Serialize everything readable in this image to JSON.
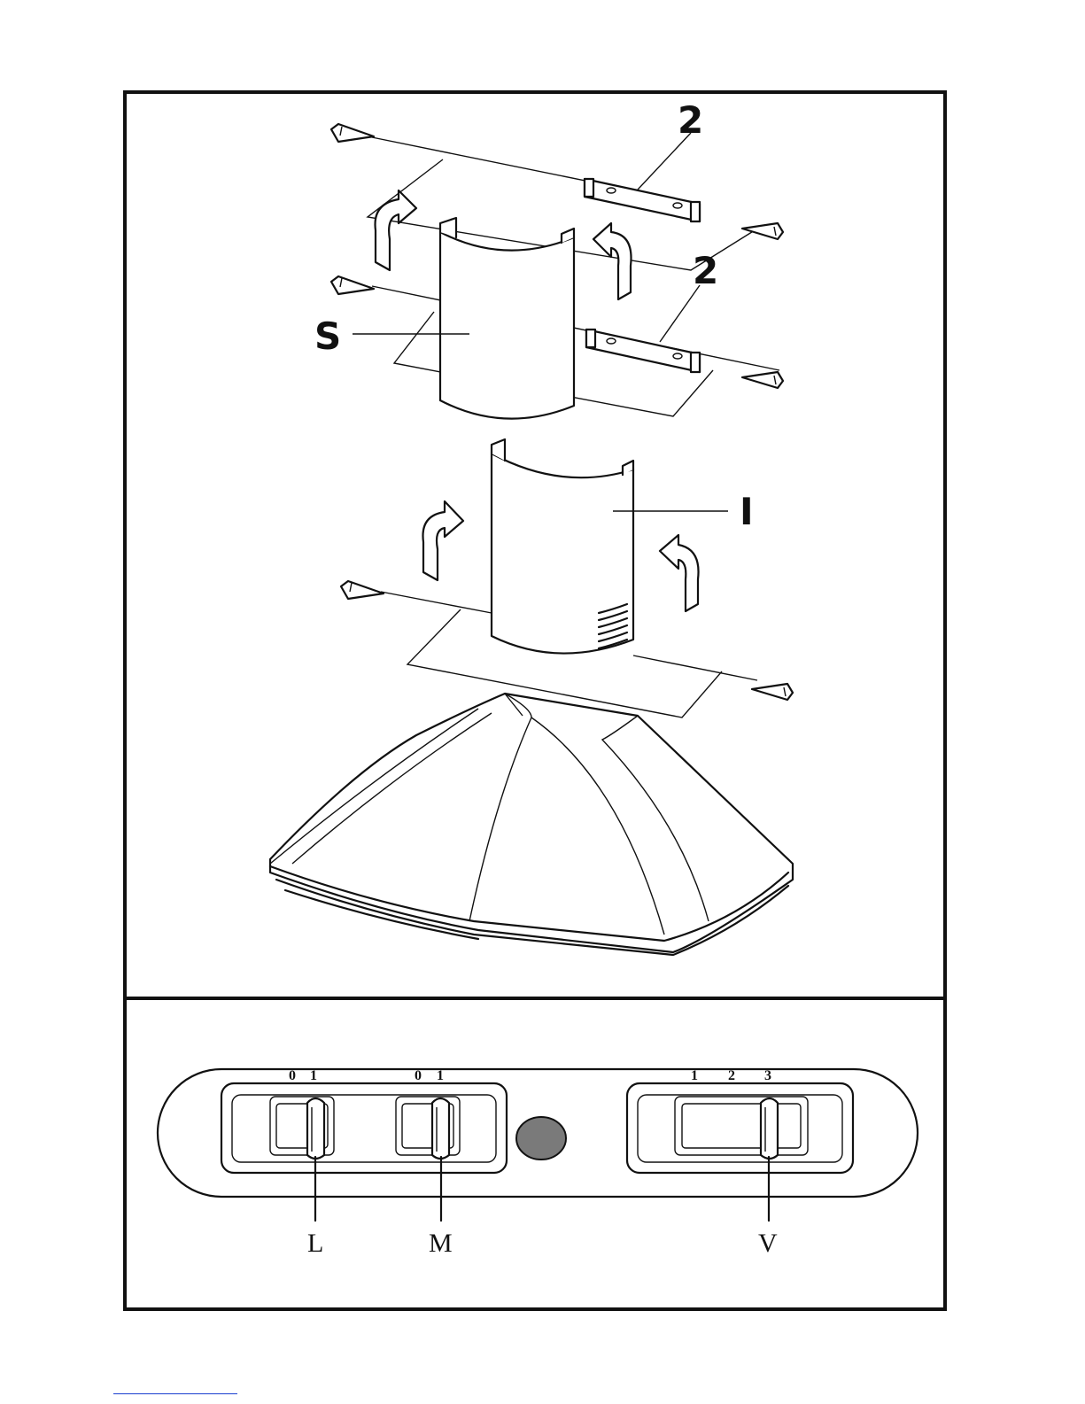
{
  "callouts": {
    "bracket_upper": "2",
    "bracket_lower": "2",
    "upper_cover": "S",
    "lower_cover": "I"
  },
  "control_panel": {
    "light_switch": {
      "scale": [
        "0",
        "1"
      ],
      "label": "L"
    },
    "motor_switch": {
      "scale": [
        "0",
        "1"
      ],
      "label": "M"
    },
    "speed_switch": {
      "scale": [
        "1",
        "2",
        "3"
      ],
      "label": "V"
    }
  },
  "colors": {
    "ink": "#111111",
    "indicator_lamp": "#7a7a7a",
    "link_underline": "#1a3fcf"
  }
}
